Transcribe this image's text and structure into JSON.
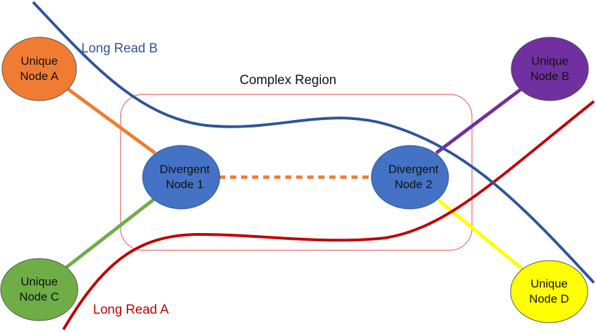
{
  "region": {
    "label": "Complex Region",
    "stroke": "#e06a6a"
  },
  "nodes": {
    "unique_a": {
      "line1": "Unique",
      "line2": "Node A",
      "fill": "#f07c33"
    },
    "unique_b": {
      "line1": "Unique",
      "line2": "Node B",
      "fill": "#7030a0"
    },
    "unique_c": {
      "line1": "Unique",
      "line2": "Node C",
      "fill": "#6fae47"
    },
    "unique_d": {
      "line1": "Unique",
      "line2": "Node D",
      "fill": "#ffff00"
    },
    "divergent_1": {
      "line1": "Divergent",
      "line2": "Node 1",
      "fill": "#4472c4"
    },
    "divergent_2": {
      "line1": "Divergent",
      "line2": "Node 2",
      "fill": "#4472c4"
    }
  },
  "reads": {
    "long_read_a": {
      "label": "Long Read A",
      "color": "#c00000"
    },
    "long_read_b": {
      "label": "Long Read B",
      "color": "#2f5597"
    }
  },
  "edges": {
    "a_to_d1": {
      "color": "#ed7d31"
    },
    "b_to_d2": {
      "color": "#7030a0"
    },
    "c_to_d1": {
      "color": "#70ad47"
    },
    "d_to_d2": {
      "color": "#ffff00"
    },
    "d1_to_d2": {
      "color": "#ed7d31",
      "style": "dashed"
    }
  }
}
